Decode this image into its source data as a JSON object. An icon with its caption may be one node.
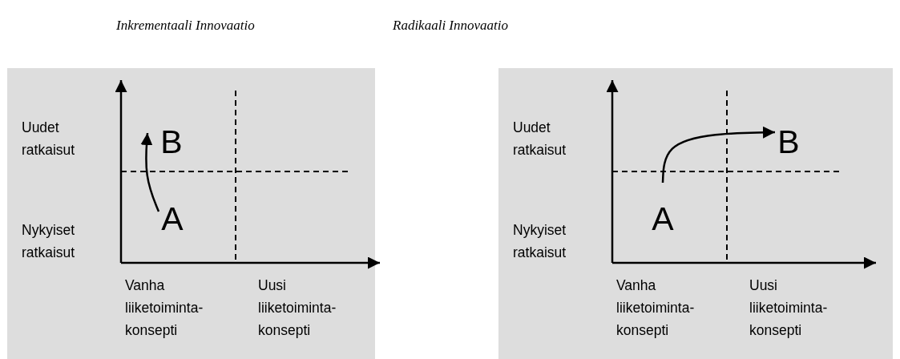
{
  "diagram": {
    "nodes": [
      {
        "text": [],
        "shape": "box"
      },
      {
        "text": [
          "A"
        ],
        "in": 0
      },
      {
        "text": [
          "B"
        ],
        "in": 0
      },
      {
        "text": [],
        "shape": "box"
      },
      {
        "text": [
          "A"
        ],
        "in": 3
      },
      {
        "text": [
          "B"
        ],
        "in": 3
      }
    ],
    "edges": [
      {
        "from": 1,
        "to": 2,
        "arrow": "to"
      },
      {
        "from": 4,
        "to": 5,
        "arrow": "to"
      }
    ],
    "labels": [
      "Inkrementaali Innovaatio",
      "Radikaali Innovaatio",
      "Uudet ratkaisut",
      "Nykyiset ratkaisut",
      "Vanha liiketoiminta-konsepti",
      "Uusi liiketoiminta-konsepti",
      "Uudet ratkaisut",
      "Nykyiset ratkaisut",
      "Vanha liiketoiminta-konsepti",
      "Uusi liiketoiminta-konsepti"
    ]
  }
}
